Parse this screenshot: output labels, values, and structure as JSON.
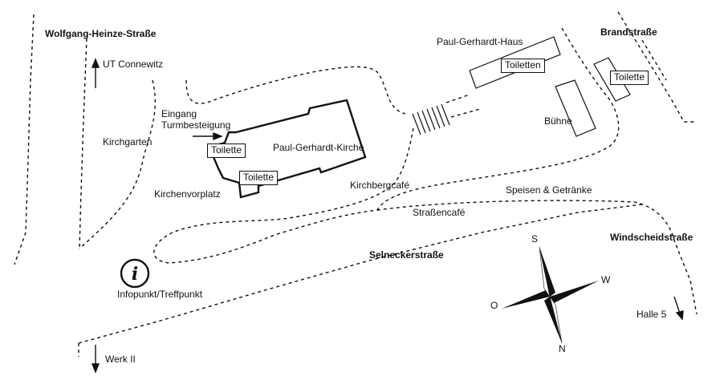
{
  "streets": {
    "wolfgang_heinze": "Wolfgang-Heinze-Straße",
    "brandstrasse": "Brandstraße",
    "windscheid": "Windscheidstraße",
    "selnecker": "Selneckerstraße"
  },
  "directions": {
    "ut_connewitz": "UT Connewitz",
    "werk_ii": "Werk II",
    "halle_5": "Halle 5"
  },
  "places": {
    "kirchgarten": "Kirchgarten",
    "eingang_line1": "Eingang",
    "eingang_line2": "Turmbesteigung",
    "church": "Paul-Gerhardt-Kirche",
    "kirchenvorplatz": "Kirchenvorplatz",
    "kirchbergcafe": "Kirchbergcafé",
    "paul_gerhardt_haus": "Paul-Gerhardt-Haus",
    "buehne": "Bühne",
    "speisen": "Speisen & Getränke",
    "strassencafe": "Straßencafé",
    "infopunkt": "Infopunkt/Treffpunkt"
  },
  "toilets": {
    "church_upper": "Toilette",
    "church_lower": "Toilette",
    "haus": "Toiletten",
    "brand": "Toilette"
  },
  "compass": {
    "north": "N",
    "south": "S",
    "east": "O",
    "west": "W"
  },
  "info_symbol": "i",
  "colors": {
    "ink": "#111111",
    "background": "#ffffff"
  }
}
